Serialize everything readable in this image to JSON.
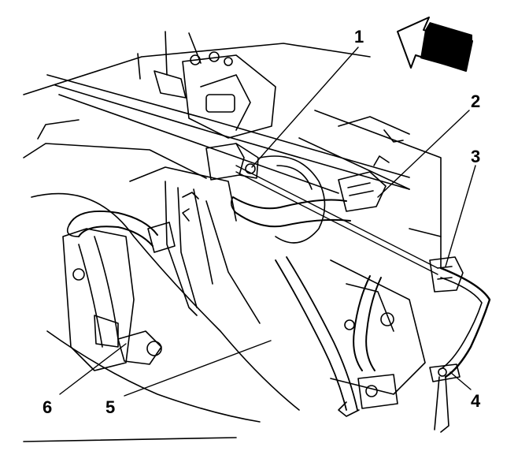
{
  "diagram": {
    "callouts": [
      "1",
      "2",
      "3",
      "4",
      "5",
      "6"
    ],
    "direction_arrow": "arrow-icon",
    "colors": {
      "line": "#000000",
      "background": "#ffffff"
    }
  }
}
